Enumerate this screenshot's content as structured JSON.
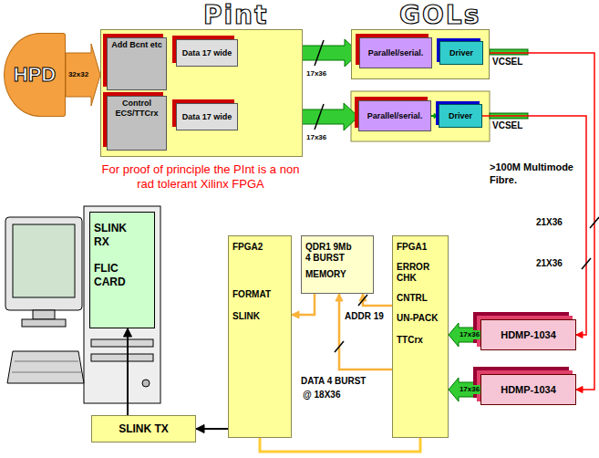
{
  "diagram": {
    "nodes": [
      {
        "text": [
          "HPD"
        ]
      },
      {
        "text": [
          "Pint"
        ]
      },
      {
        "text": [
          "Add Bcnt etc"
        ],
        "in": 1
      },
      {
        "text": [
          "Control ECS/TTCrx"
        ],
        "in": 1
      },
      {
        "text": [
          "Data 17 wide"
        ],
        "in": 1
      },
      {
        "text": [
          "Data 17 wide"
        ],
        "in": 1
      },
      {
        "text": [
          "GOLs"
        ]
      },
      {
        "text": [
          "Parallel/serial."
        ],
        "in": 6
      },
      {
        "text": [
          "Driver"
        ],
        "in": 6
      },
      {
        "text": [
          "Parallel/serial."
        ]
      },
      {
        "text": [
          "Driver"
        ]
      },
      {
        "text": [
          "SLINK RX",
          "FLIC CARD"
        ]
      },
      {
        "text": [
          "FPGA2",
          "FORMAT",
          "SLINK"
        ]
      },
      {
        "text": [
          "QDR1 9Mb 4 BURST",
          "MEMORY"
        ]
      },
      {
        "text": [
          "FPGA1",
          "ERROR CHK",
          "CNTRL",
          "UN-PACK",
          "TTCrx"
        ]
      },
      {
        "text": [
          "HDMP-1034"
        ]
      },
      {
        "text": [
          "HDMP-1034"
        ]
      },
      {
        "text": [
          "SLINK TX"
        ]
      }
    ],
    "edges": [
      {
        "from": 0,
        "to": 1,
        "label": "32x32",
        "arrow": "to"
      },
      {
        "from": 4,
        "to": 7,
        "label": "17x36",
        "arrow": "to"
      },
      {
        "from": 5,
        "to": 9,
        "label": "17x36",
        "arrow": "to"
      },
      {
        "from": 7,
        "to": 8,
        "arrow": "to"
      },
      {
        "from": 9,
        "to": 10,
        "arrow": "to"
      },
      {
        "from": 8,
        "to": 16,
        "label": "21X36",
        "arrow": "to"
      },
      {
        "from": 10,
        "to": 15,
        "label": "21X36",
        "arrow": "to"
      },
      {
        "from": 15,
        "to": 14,
        "label": "17x36",
        "arrow": "to"
      },
      {
        "from": 16,
        "to": 14,
        "label": "17x36",
        "arrow": "to"
      },
      {
        "from": 14,
        "to": 13,
        "label": "ADDR 19",
        "arrow": "to"
      },
      {
        "from": 14,
        "to": 13,
        "label": "DATA 4 BURST",
        "arrow": "to"
      },
      {
        "from": 13,
        "to": 12,
        "arrow": "to"
      },
      {
        "from": 14,
        "to": 12,
        "arrow": "none"
      },
      {
        "from": 12,
        "to": 17,
        "arrow": "to"
      },
      {
        "from": 17,
        "to": 11,
        "arrow": "to"
      }
    ],
    "labels": [
      "VCSEL",
      "VCSEL",
      "For proof of principle the PInt is a non rad tolerant Xilinx FPGA",
      ">100M Multimode Fibre.",
      "@ 18X36"
    ]
  }
}
